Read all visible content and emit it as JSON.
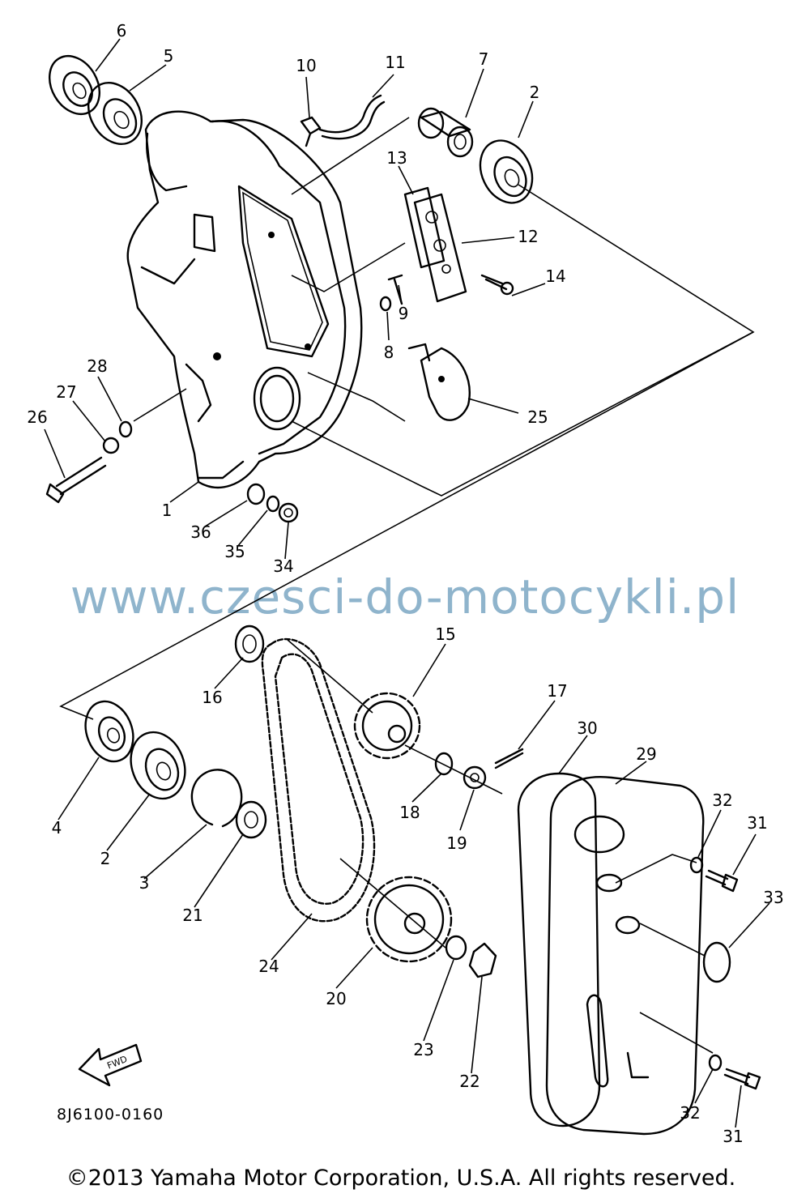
{
  "diagram": {
    "watermark_text": "www.czesci-do-motocykli.pl",
    "watermark_color": "#8fb4cc",
    "drawing_code": "8J6100-0160",
    "copyright": "©2013 Yamaha Motor Corporation, U.S.A. All rights reserved.",
    "fwd_label": "FWD",
    "callouts": {
      "c1": "1",
      "c2a": "2",
      "c2b": "2",
      "c3": "3",
      "c4": "4",
      "c5": "5",
      "c6": "6",
      "c7": "7",
      "c8": "8",
      "c9": "9",
      "c10": "10",
      "c11": "11",
      "c12": "12",
      "c13": "13",
      "c14": "14",
      "c15": "15",
      "c16": "16",
      "c17": "17",
      "c18": "18",
      "c19": "19",
      "c20": "20",
      "c21": "21",
      "c22": "22",
      "c23": "23",
      "c24": "24",
      "c25": "25",
      "c26": "26",
      "c27": "27",
      "c28": "28",
      "c29": "29",
      "c30": "30",
      "c31a": "31",
      "c31b": "31",
      "c32a": "32",
      "c32b": "32",
      "c33": "33",
      "c34": "34",
      "c35": "35",
      "c36": "36"
    }
  }
}
